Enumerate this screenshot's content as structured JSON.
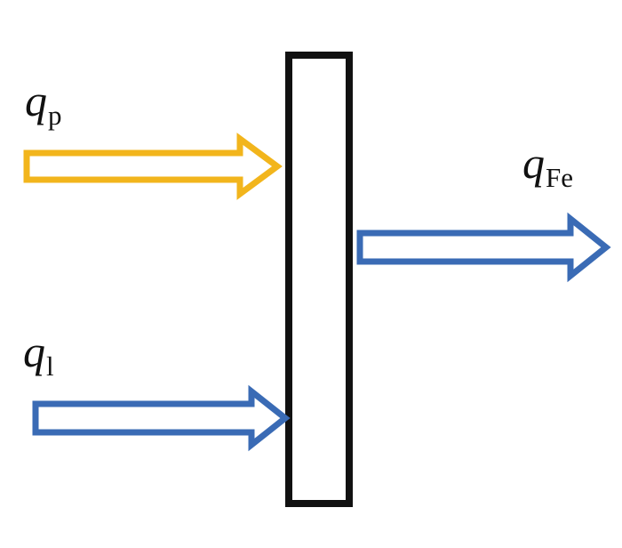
{
  "labels": {
    "qp": {
      "symbol": "q",
      "subscript": "p"
    },
    "ql": {
      "symbol": "q",
      "subscript": "l"
    },
    "qfe": {
      "symbol": "q",
      "subscript": "Fe"
    }
  },
  "colors": {
    "heat_input_arrow": "#F2B51C",
    "flux_arrow": "#3A6BB5",
    "arrow_fill": "#ffffff",
    "interface_wall": "#111111",
    "text": "#111111"
  },
  "arrows": [
    {
      "id": "qp",
      "direction": "into-wall",
      "color": "heat_input_arrow"
    },
    {
      "id": "ql",
      "direction": "into-wall",
      "color": "flux_arrow"
    },
    {
      "id": "qfe",
      "direction": "out-of-wall",
      "color": "flux_arrow"
    }
  ]
}
